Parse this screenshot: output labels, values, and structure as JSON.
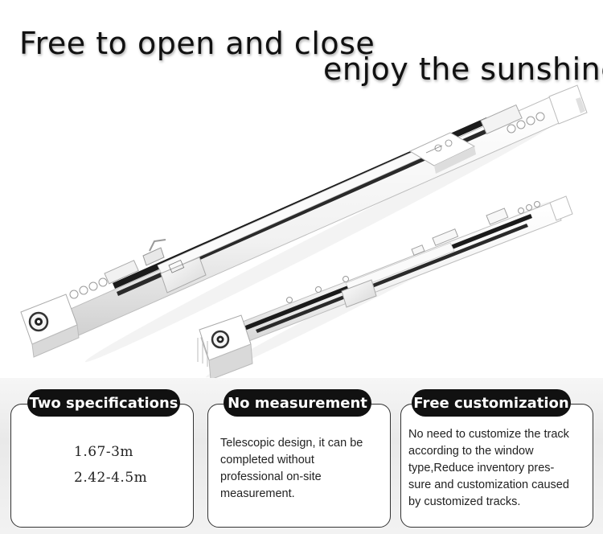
{
  "headline": {
    "line1": "Free to open and close",
    "line2": "enjoy the sunshine"
  },
  "features": [
    {
      "title": "Two specifications",
      "specs": [
        "1.67-3m",
        "2.42-4.5m"
      ]
    },
    {
      "title": "No measurement",
      "lines": [
        "Telescopic design, it can be",
        "completed without",
        "professional on-site",
        "measurement."
      ]
    },
    {
      "title": "Free customization",
      "lines": [
        "No need to customize the track",
        "according to the window",
        "type,Reduce inventory pres-",
        "sure and customization caused",
        "by customized tracks."
      ]
    }
  ]
}
